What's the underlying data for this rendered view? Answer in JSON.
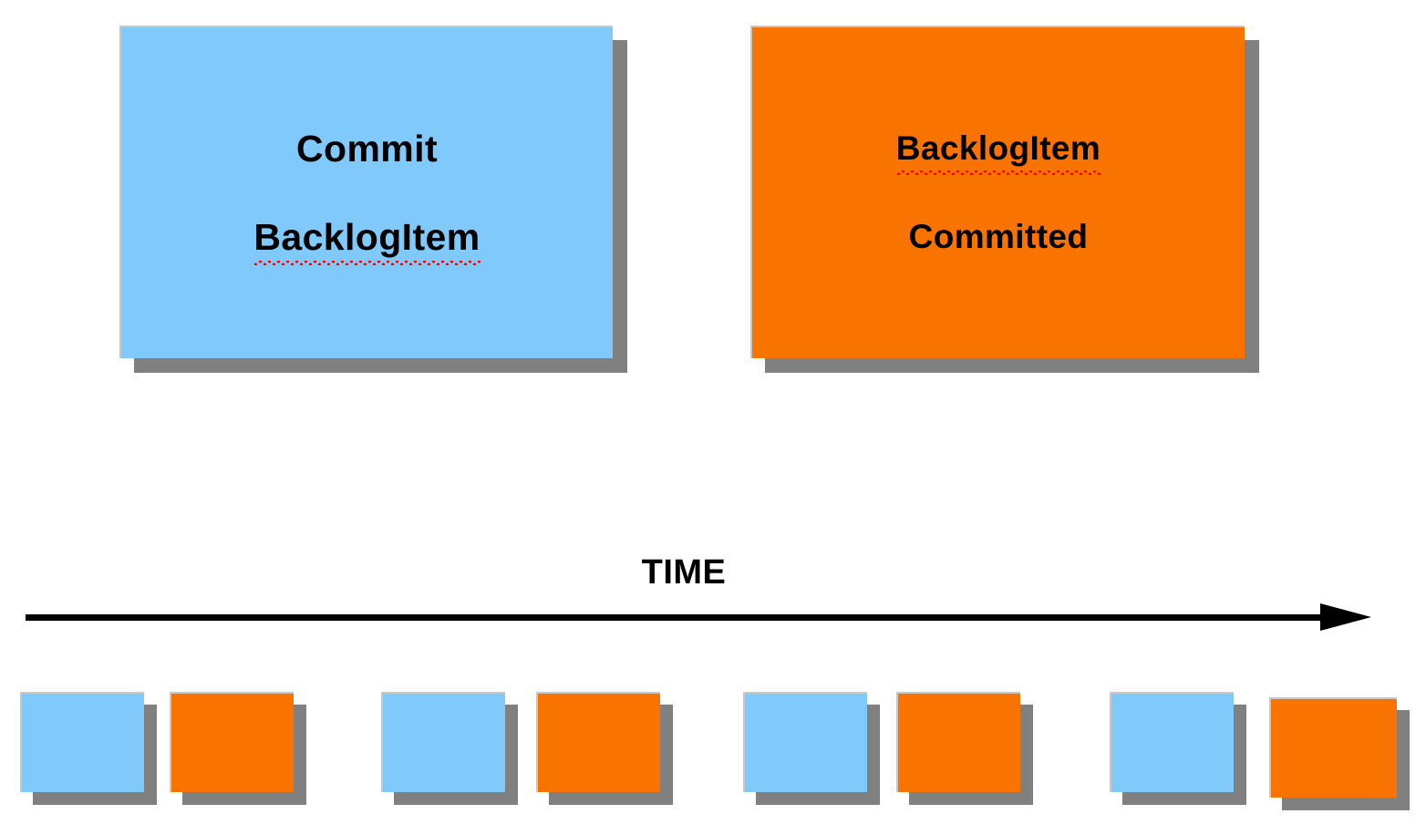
{
  "diagram": {
    "title_text_present": false,
    "background_color": "#ffffff",
    "palette": {
      "blue": "#7FC9FB",
      "orange": "#F97300",
      "shadow": "#808080",
      "card_edge": "#c8c8c8",
      "axis": "#000000",
      "spellcheck_underline": "#ff0000"
    }
  },
  "cards": [
    {
      "id": "commit-backlogitem",
      "color": "blue",
      "line1": "Commit",
      "line2": "BacklogItem",
      "line2_spellchecked": true
    },
    {
      "id": "backlogitem-committed",
      "color": "orange",
      "line1": "BacklogItem",
      "line2": "Committed",
      "line1_spellchecked": true
    }
  ],
  "timeline": {
    "axis_label": "TIME",
    "direction": "left-to-right",
    "arrowhead": "solid-triangle",
    "sequence": [
      {
        "pair": 1,
        "items": [
          {
            "color": "blue",
            "type": "command"
          },
          {
            "color": "orange",
            "type": "event"
          }
        ]
      },
      {
        "pair": 2,
        "items": [
          {
            "color": "blue",
            "type": "command"
          },
          {
            "color": "orange",
            "type": "event"
          }
        ]
      },
      {
        "pair": 3,
        "items": [
          {
            "color": "blue",
            "type": "command"
          },
          {
            "color": "orange",
            "type": "event"
          }
        ]
      },
      {
        "pair": 4,
        "items": [
          {
            "color": "blue",
            "type": "command"
          },
          {
            "color": "orange",
            "type": "event"
          }
        ]
      }
    ]
  }
}
